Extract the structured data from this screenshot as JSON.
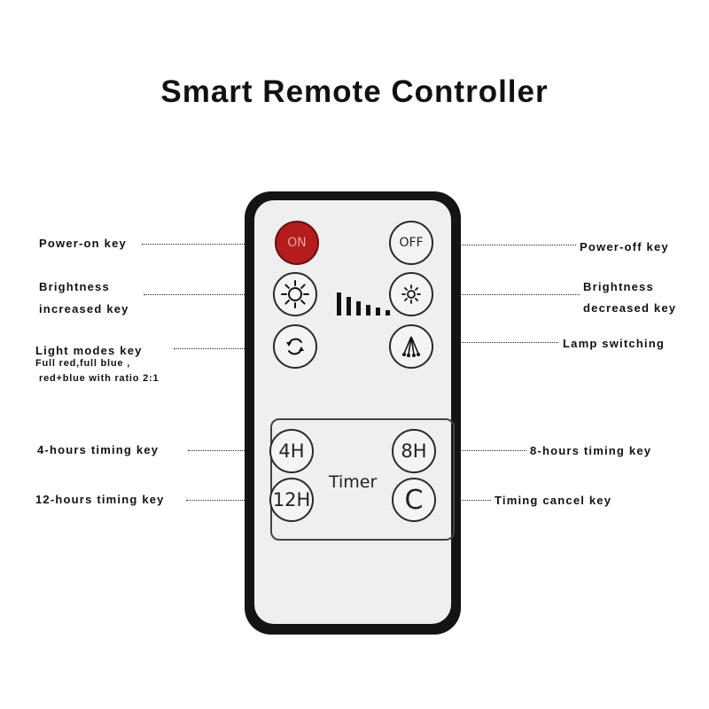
{
  "title": "Smart Remote Controller",
  "labels": {
    "power_on": "Power-on key",
    "power_off": "Power-off key",
    "brightness_up_1": "Brightness",
    "brightness_up_2": "increased key",
    "brightness_down_1": "Brightness",
    "brightness_down_2": "decreased key",
    "light_modes": "Light modes key",
    "light_modes_sub1": "Full red,full blue ,",
    "light_modes_sub2": "red+blue with ratio 2:1",
    "lamp_switching": "Lamp switching",
    "timer_4h": "4-hours timing key",
    "timer_8h": "8-hours timing key",
    "timer_12h": "12-hours timing key",
    "timer_cancel": "Timing cancel key"
  },
  "remote": {
    "on": "ON",
    "off": "OFF",
    "t4": "4H",
    "t8": "8H",
    "t12": "12H",
    "cancel": "C",
    "timer": "Timer"
  },
  "colors": {
    "on_button": "#b31d1c",
    "remote_body": "#141414",
    "remote_face": "#efefef"
  }
}
